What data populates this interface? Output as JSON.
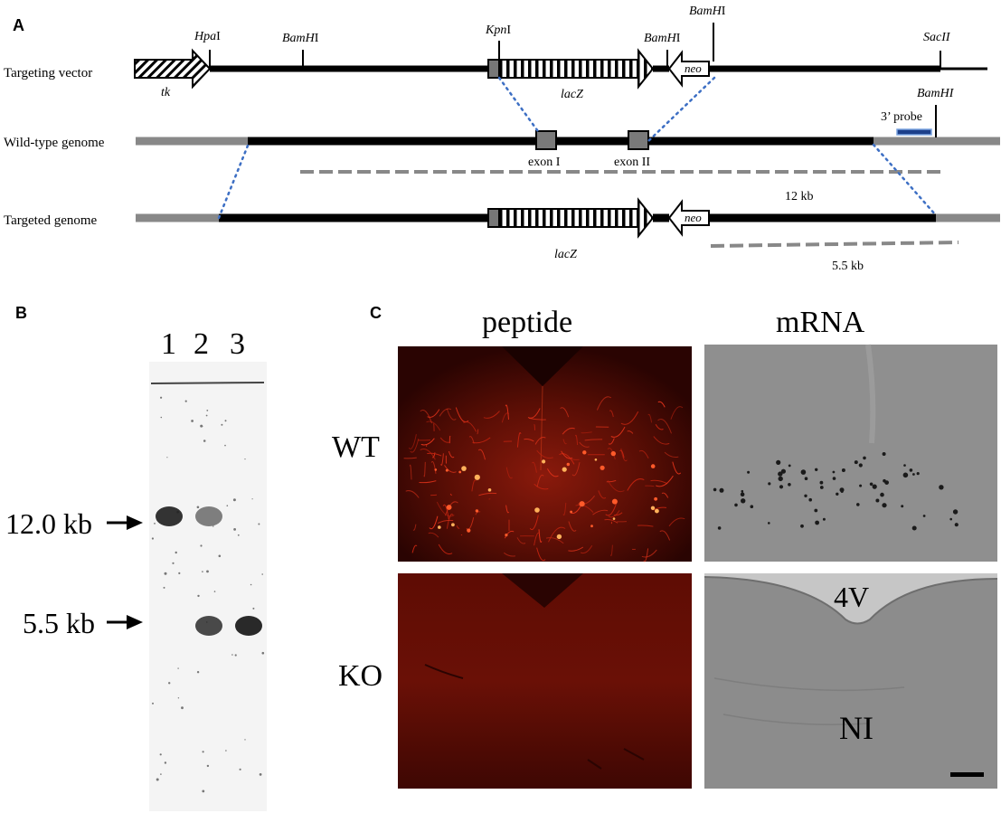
{
  "panels": {
    "a": {
      "letter": "A"
    },
    "b": {
      "letter": "B"
    },
    "c": {
      "letter": "C"
    }
  },
  "map": {
    "row_labels": {
      "vector": "Targeting vector",
      "wildtype": "Wild-type genome",
      "targeted": "Targeted genome"
    },
    "sites": {
      "hpa": {
        "italic": "Hpa",
        "suffix": "I"
      },
      "bam1": {
        "italic": "BamH",
        "suffix": "I"
      },
      "kpn": {
        "italic": "Kpn",
        "suffix": "I"
      },
      "bam2": {
        "italic": "BamH",
        "suffix": "I"
      },
      "bam3": {
        "italic": "BamH",
        "suffix": "I"
      },
      "sac": {
        "italic": "SacII",
        "suffix": ""
      },
      "bam4": {
        "italic": "BamHI",
        "suffix": ""
      }
    },
    "tk": "tk",
    "lacz_vector": "lacZ",
    "lacz_targeted": "lacZ",
    "neo_vector": "neo",
    "neo_targeted": "neo",
    "probe": "3’ probe",
    "exon1": "exon I",
    "exon2": "exon II",
    "frag_wt": "12 kb",
    "frag_ko": "5.5 kb",
    "colors": {
      "probe": "#4a78c2",
      "dotted": "#3d6fc4",
      "gray": "#888888"
    }
  },
  "blot": {
    "lanes": [
      "1",
      "2",
      "3"
    ],
    "markers": [
      "12.0 kb",
      "5.5 kb"
    ],
    "bands": [
      {
        "lane": 1,
        "size": "12.0 kb",
        "intensity": 0.9
      },
      {
        "lane": 2,
        "size": "12.0 kb",
        "intensity": 0.55
      },
      {
        "lane": 2,
        "size": "5.5 kb",
        "intensity": 0.8
      },
      {
        "lane": 3,
        "size": "5.5 kb",
        "intensity": 0.95
      }
    ]
  },
  "micro": {
    "col_peptide": "peptide",
    "col_mrna": "mRNA",
    "row_wt": "WT",
    "row_ko": "KO",
    "label_4v": "4V",
    "label_ni": "NI"
  }
}
